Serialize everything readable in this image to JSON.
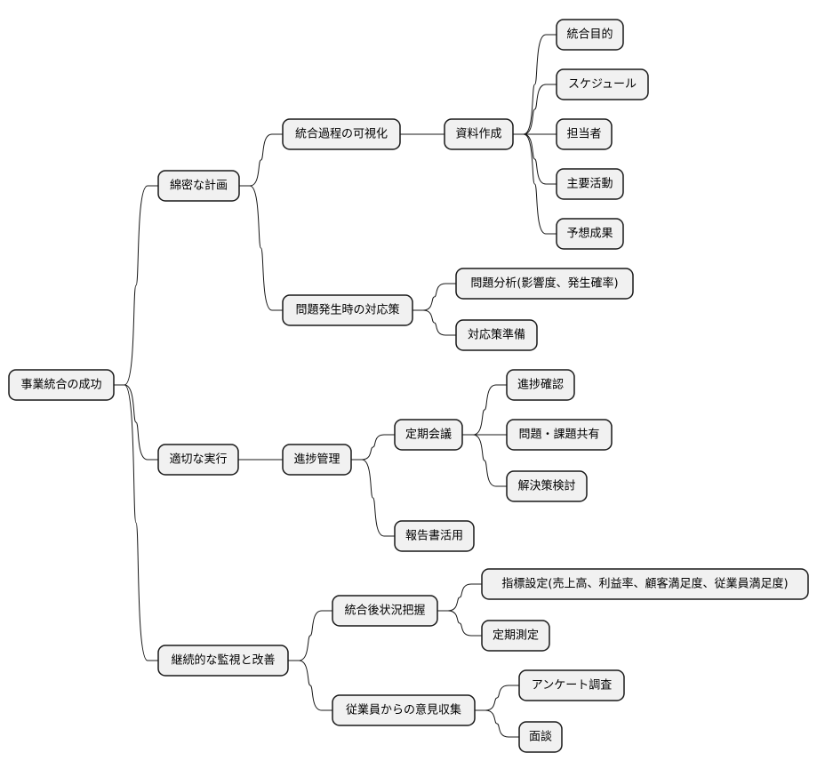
{
  "mindmap": {
    "root": "事業統合の成功",
    "plan": {
      "label": "綿密な計画",
      "visualize": {
        "label": "統合過程の可視化",
        "docs": {
          "label": "資料作成",
          "items": [
            "統合目的",
            "スケジュール",
            "担当者",
            "主要活動",
            "予想成果"
          ]
        }
      },
      "countermeasure": {
        "label": "問題発生時の対応策",
        "items": [
          "問題分析(影響度、発生確率)",
          "対応策準備"
        ]
      }
    },
    "execution": {
      "label": "適切な実行",
      "progress": {
        "label": "進捗管理",
        "meeting": {
          "label": "定期会議",
          "items": [
            "進捗確認",
            "問題・課題共有",
            "解決策検討"
          ]
        },
        "report": "報告書活用"
      }
    },
    "improve": {
      "label": "継続的な監視と改善",
      "status": {
        "label": "統合後状況把握",
        "items": [
          "指標設定(売上高、利益率、顧客満足度、従業員満足度)",
          "定期測定"
        ]
      },
      "feedback": {
        "label": "従業員からの意見収集",
        "items": [
          "アンケート調査",
          "面談"
        ]
      }
    }
  }
}
